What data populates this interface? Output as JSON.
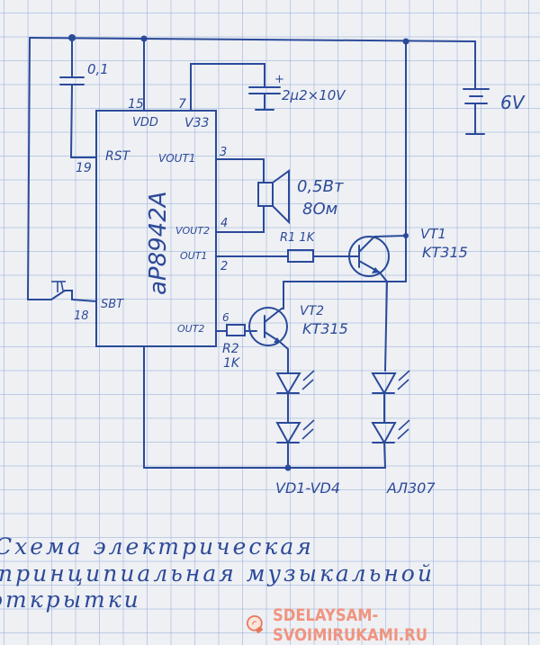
{
  "diagram": {
    "ic": {
      "name": "aP8942A",
      "pins": {
        "vdd": {
          "number": "15",
          "label": "VDD"
        },
        "v33": {
          "number": "7",
          "label": "V33"
        },
        "rst": {
          "number": "19",
          "label": "RST"
        },
        "vout1": {
          "number": "3",
          "label": "VOUT1"
        },
        "vout2": {
          "number": "4",
          "label": "VOUT2"
        },
        "out1": {
          "number": "2",
          "label": "OUT1"
        },
        "sbt": {
          "number": "18",
          "label": "SBT"
        },
        "out2": {
          "number": "6",
          "label": "OUT2"
        }
      }
    },
    "components": {
      "c1": {
        "value": "0,1"
      },
      "c2": {
        "value": "2μ2×10V",
        "polarity": "+"
      },
      "battery": {
        "value": "6V"
      },
      "speaker": {
        "power": "0,5Вт",
        "impedance": "8Ом"
      },
      "r1": {
        "label": "R1 1K"
      },
      "r2": {
        "label": "R2",
        "value": "1K"
      },
      "vt1": {
        "label": "VT1",
        "type": "KT315"
      },
      "vt2": {
        "label": "VT2",
        "type": "KT315"
      },
      "leds": {
        "label": "VD1-VD4",
        "type": "АЛ307"
      }
    },
    "colors": {
      "ink": "#2a4a9a",
      "paper": "#eef0f4",
      "grid": "#96afd7",
      "watermark": "#f0947f"
    }
  },
  "caption": {
    "line1": "Схема электрическая",
    "line2": "принципиальная музыкальной",
    "line3": "открытки"
  },
  "watermark": {
    "icon": "lightbulb-icon",
    "text": "SDELAYSAM-SVOIMIRUKAMI.RU"
  }
}
